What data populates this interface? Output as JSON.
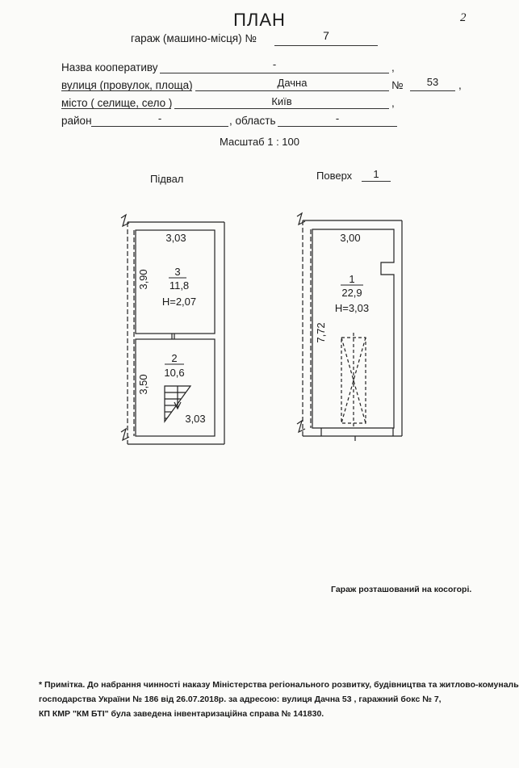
{
  "header": {
    "title": "ПЛАН",
    "page_number": "2",
    "garage_label": "гараж (машино-місця) №",
    "garage_number": "7"
  },
  "fields": {
    "coop_label": "Назва кооперативу",
    "coop_value": "-",
    "street_label": "вулиця (провулок, площа)",
    "street_value": "Дачна",
    "number_label": "№",
    "number_value": "53",
    "city_label": "місто ( селище, село )",
    "city_value": "Київ",
    "district_label": "район",
    "district_value": "-",
    "region_label": ", область",
    "region_value": "-",
    "comma": ","
  },
  "scale": "Масштаб  1 : 100",
  "basement": {
    "label": "Підвал",
    "room3": {
      "width": "3,03",
      "height_dim": "3,90",
      "num": "3",
      "area": "11,8",
      "h": "H=2,07"
    },
    "room2": {
      "height_dim": "3,50",
      "num": "2",
      "area": "10,6",
      "width": "3,03"
    }
  },
  "floor": {
    "label": "Поверх",
    "number": "1",
    "room1": {
      "width": "3,00",
      "height_dim": "7,72",
      "num": "1",
      "area": "22,9",
      "h": "H=3,03"
    }
  },
  "note": "Гараж розташований на косогорі.",
  "footnote": {
    "line1": "* Примітка.  До набрання чинності  наказу Міністерства регіонального розвитку, будівництва та житлово-комунального",
    "line2": "господарства України № 186 від 26.07.2018р.  за адресою: вулиця  Дачна  53 , гаражний бокс  № 7,",
    "line3": "КП КМР \"КМ БТІ\" була заведена інвентаризаційна справа № 141830."
  }
}
